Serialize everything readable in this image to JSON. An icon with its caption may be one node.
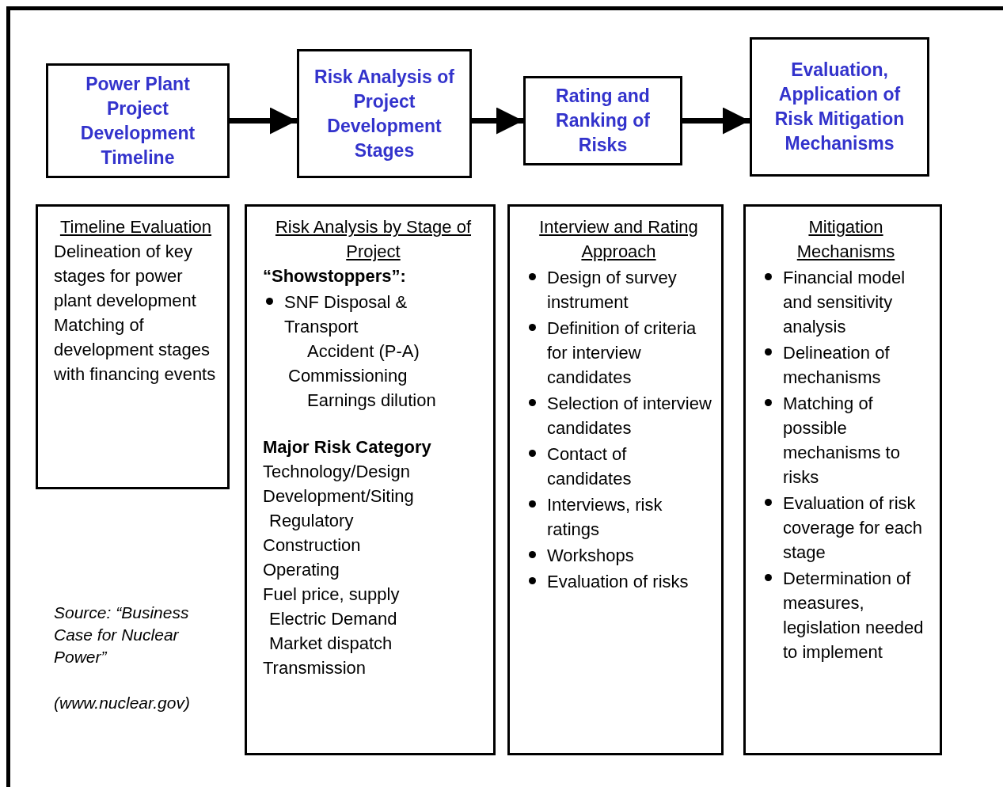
{
  "diagram": {
    "nodes": [
      {
        "text": [
          "Power Plant Project Development Timeline"
        ]
      },
      {
        "text": [
          "Risk Analysis of Project Development Stages"
        ]
      },
      {
        "text": [
          "Rating and Ranking of Risks"
        ]
      },
      {
        "text": [
          "Evaluation, Application of Risk Mitigation Mechanisms"
        ]
      },
      {
        "text": [
          "Timeline Evaluation",
          "Delineation of key stages for power plant development",
          "Matching of development stages with financing events"
        ]
      },
      {
        "text": [
          "Risk Analysis by Stage of Project",
          "“Showstoppers”:",
          "SNF Disposal & Transport",
          "Accident (P-A)",
          "Commissioning",
          "Earnings dilution",
          "Major Risk Category",
          "Technology/Design",
          "Development/Siting",
          "Regulatory",
          "Construction",
          "Operating",
          "Fuel price, supply",
          "Electric Demand",
          "Market dispatch",
          "Transmission"
        ]
      },
      {
        "text": [
          "Interview and Rating Approach",
          "Design of survey instrument",
          "Definition of criteria for interview candidates",
          "Selection of interview candidates",
          "Contact of candidates",
          "Interviews, risk ratings",
          "Workshops",
          "Evaluation of risks"
        ]
      },
      {
        "text": [
          "Mitigation Mechanisms",
          "Financial model and sensitivity analysis",
          "Delineation of mechanisms",
          "Matching of possible mechanisms to risks",
          "Evaluation of risk coverage for each stage",
          "Determination of measures, legislation needed to implement"
        ]
      }
    ],
    "edges": [
      {
        "from": 0,
        "to": 1,
        "arrow": "to"
      },
      {
        "from": 1,
        "to": 2,
        "arrow": "to"
      },
      {
        "from": 2,
        "to": 3,
        "arrow": "to"
      }
    ],
    "labels": [
      "Source: “Business Case for Nuclear Power”",
      "(www.nuclear.gov)"
    ]
  }
}
